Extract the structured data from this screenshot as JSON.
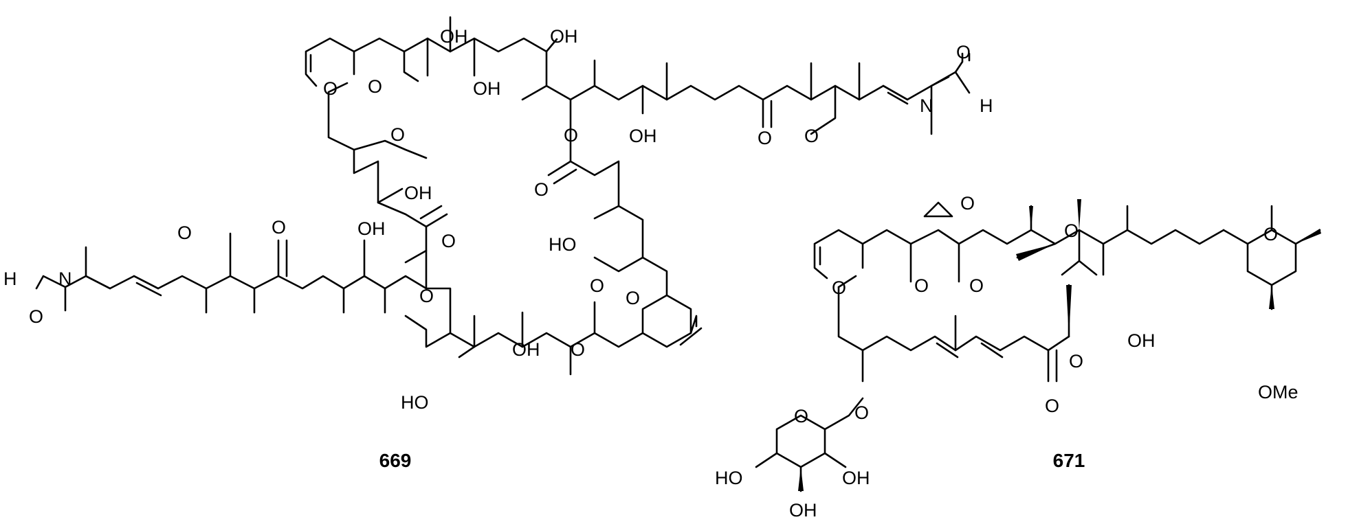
{
  "compounds": [
    {
      "label": "669"
    },
    {
      "label": "671"
    }
  ],
  "atom_labels": {
    "oh": "OH",
    "ho": "HO",
    "o": "O",
    "n": "N",
    "h": "H",
    "ome": "OMe"
  },
  "colors": {
    "ink": "#000000",
    "background": "#ffffff"
  }
}
